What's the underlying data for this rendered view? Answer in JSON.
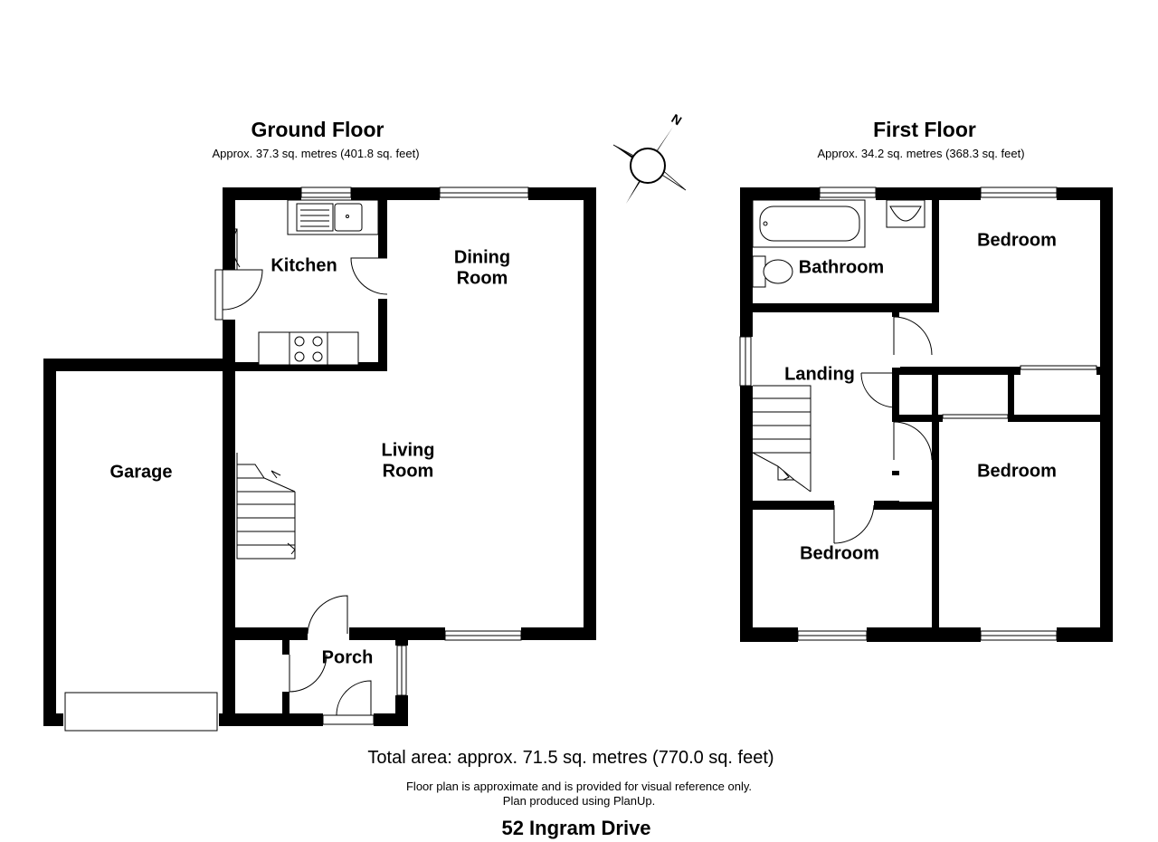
{
  "ground_floor": {
    "title": "Ground Floor",
    "area": "Approx. 37.3 sq. metres (401.8 sq. feet)",
    "rooms": {
      "kitchen": "Kitchen",
      "dining_line1": "Dining",
      "dining_line2": "Room",
      "living_line1": "Living",
      "living_line2": "Room",
      "garage": "Garage",
      "porch": "Porch"
    }
  },
  "first_floor": {
    "title": "First Floor",
    "area": "Approx. 34.2 sq. metres (368.3 sq. feet)",
    "rooms": {
      "bathroom": "Bathroom",
      "bedroom_top": "Bedroom",
      "landing": "Landing",
      "bedroom_right": "Bedroom",
      "bedroom_bottom": "Bedroom"
    }
  },
  "compass": {
    "label": "N"
  },
  "footer": {
    "total_area": "Total area: approx. 71.5 sq. metres (770.0 sq. feet)",
    "disclaimer_line1": "Floor plan is approximate and is provided for visual reference only.",
    "disclaimer_line2": "Plan produced using PlanUp.",
    "address": "52 Ingram Drive"
  }
}
